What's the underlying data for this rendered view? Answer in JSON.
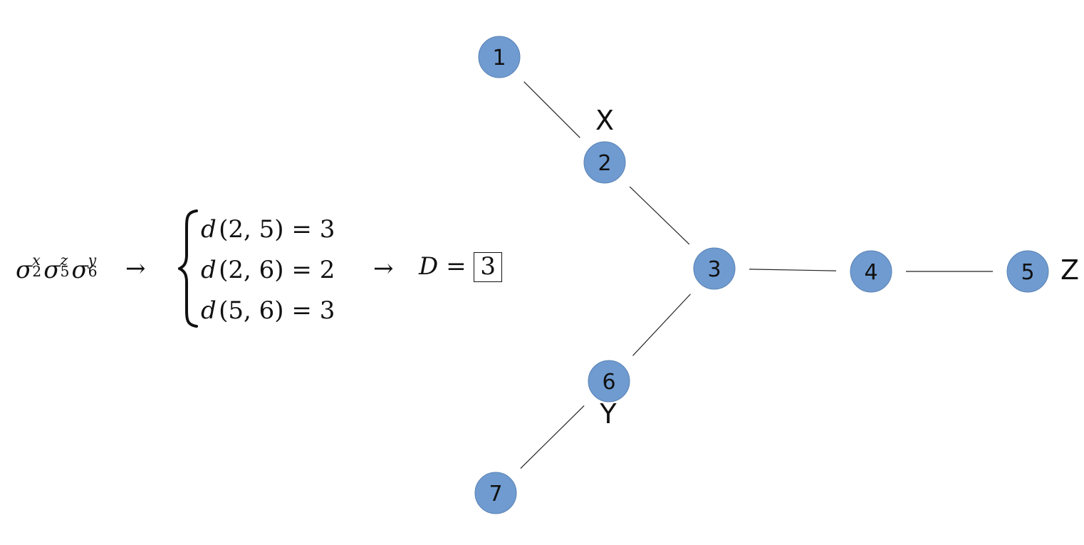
{
  "formula": {
    "lhs": [
      {
        "base": "σ",
        "sup": "x",
        "sub": "2"
      },
      {
        "base": "σ",
        "sup": "z",
        "sub": "5"
      },
      {
        "base": "σ",
        "sup": "y",
        "sub": "6"
      }
    ],
    "arrow": "→",
    "cases": [
      {
        "fn": "d",
        "args": "(2, 5)",
        "eq": "=",
        "val": "3"
      },
      {
        "fn": "d",
        "args": "(2, 6)",
        "eq": "=",
        "val": "2"
      },
      {
        "fn": "d",
        "args": "(5, 6)",
        "eq": "=",
        "val": "3"
      }
    ],
    "result_var": "D",
    "result_eq": "=",
    "result_val": "3"
  },
  "graph": {
    "node_color": "#6f9bd0",
    "node_stroke": "#5a82b4",
    "edge_color": "#222222",
    "nodes": [
      {
        "id": "1",
        "label": "1"
      },
      {
        "id": "2",
        "label": "2",
        "pauli": "X"
      },
      {
        "id": "3",
        "label": "3"
      },
      {
        "id": "4",
        "label": "4"
      },
      {
        "id": "5",
        "label": "5",
        "pauli": "Z"
      },
      {
        "id": "6",
        "label": "6",
        "pauli": "Y"
      },
      {
        "id": "7",
        "label": "7"
      }
    ],
    "edges": [
      [
        "1",
        "2"
      ],
      [
        "2",
        "3"
      ],
      [
        "3",
        "4"
      ],
      [
        "4",
        "5"
      ],
      [
        "3",
        "6"
      ],
      [
        "6",
        "7"
      ]
    ]
  }
}
